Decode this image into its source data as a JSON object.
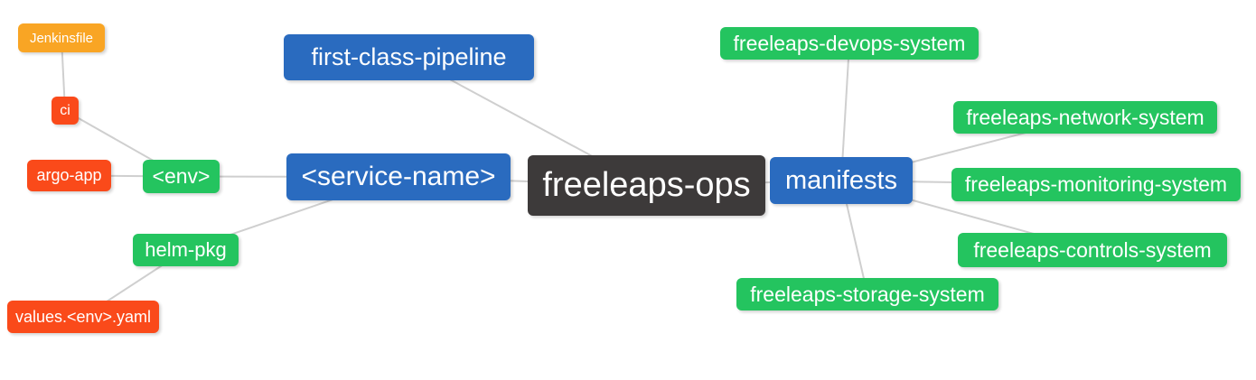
{
  "diagram": {
    "type": "mindmap",
    "root": "freeleaps-ops",
    "edge_color": "#cfcfcf",
    "palette": {
      "root_dark": "#3d3a3a",
      "level1_blue": "#2a6bbf",
      "level2_green": "#24c45f",
      "level3_red": "#fa4a1a",
      "level4_orange": "#f9a524"
    },
    "nodes": {
      "ops": {
        "label": "freeleaps-ops",
        "color": "#3d3a3a"
      },
      "first_class_pipeline": {
        "label": "first-class-pipeline",
        "color": "#2a6bbf"
      },
      "service_name": {
        "label": "<service-name>",
        "color": "#2a6bbf"
      },
      "manifests": {
        "label": "manifests",
        "color": "#2a6bbf"
      },
      "env": {
        "label": "<env>",
        "color": "#24c45f"
      },
      "helm_pkg": {
        "label": "helm-pkg",
        "color": "#24c45f"
      },
      "ci": {
        "label": "ci",
        "color": "#fa4a1a"
      },
      "argo_app": {
        "label": "argo-app",
        "color": "#fa4a1a"
      },
      "jenkinsfile": {
        "label": "Jenkinsfile",
        "color": "#f9a524"
      },
      "values_env_yaml": {
        "label": "values.<env>.yaml",
        "color": "#fa4a1a"
      },
      "devops_system": {
        "label": "freeleaps-devops-system",
        "color": "#24c45f"
      },
      "network_system": {
        "label": "freeleaps-network-system",
        "color": "#24c45f"
      },
      "monitoring_system": {
        "label": "freeleaps-monitoring-system",
        "color": "#24c45f"
      },
      "controls_system": {
        "label": "freeleaps-controls-system",
        "color": "#24c45f"
      },
      "storage_system": {
        "label": "freeleaps-storage-system",
        "color": "#24c45f"
      }
    },
    "edges": [
      [
        "jenkinsfile",
        "ci"
      ],
      [
        "ci",
        "env"
      ],
      [
        "argo_app",
        "env"
      ],
      [
        "env",
        "service_name"
      ],
      [
        "helm_pkg",
        "service_name"
      ],
      [
        "values_env_yaml",
        "helm_pkg"
      ],
      [
        "first_class_pipeline",
        "ops"
      ],
      [
        "service_name",
        "ops"
      ],
      [
        "ops",
        "manifests"
      ],
      [
        "manifests",
        "devops_system"
      ],
      [
        "manifests",
        "network_system"
      ],
      [
        "manifests",
        "monitoring_system"
      ],
      [
        "manifests",
        "controls_system"
      ],
      [
        "manifests",
        "storage_system"
      ]
    ]
  }
}
